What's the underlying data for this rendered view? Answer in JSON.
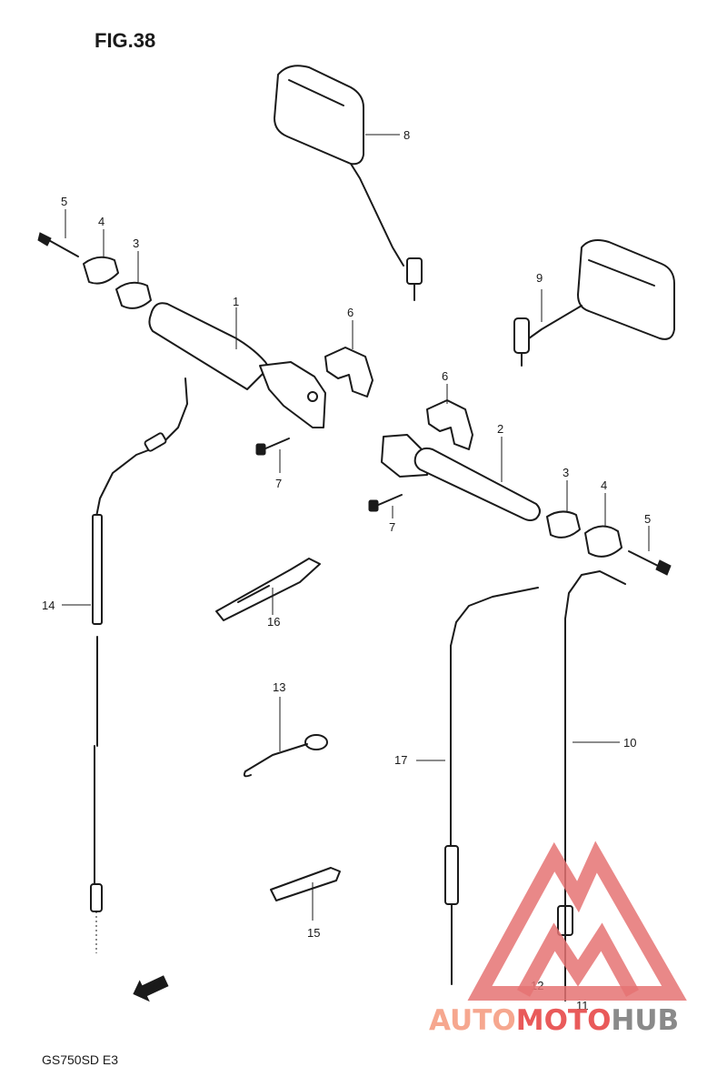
{
  "figure": {
    "title": "FIG.38",
    "model": "GS750SD E3",
    "direction_mark": "FWD"
  },
  "callouts": {
    "c1": "1",
    "c2": "2",
    "c3a": "3",
    "c3b": "3",
    "c4a": "4",
    "c4b": "4",
    "c5a": "5",
    "c5b": "5",
    "c6a": "6",
    "c6b": "6",
    "c7a": "7",
    "c7b": "7",
    "c8": "8",
    "c9": "9",
    "c10": "10",
    "c11": "11",
    "c12": "12",
    "c13": "13",
    "c14": "14",
    "c15": "15",
    "c16": "16",
    "c17": "17"
  },
  "watermark": {
    "auto": "AUTO",
    "moto": "MOTO",
    "hub": "HUB"
  },
  "colors": {
    "line": "#1a1a1a",
    "watermark_red": "#e57373",
    "watermark_grey": "#8a8a8a"
  }
}
